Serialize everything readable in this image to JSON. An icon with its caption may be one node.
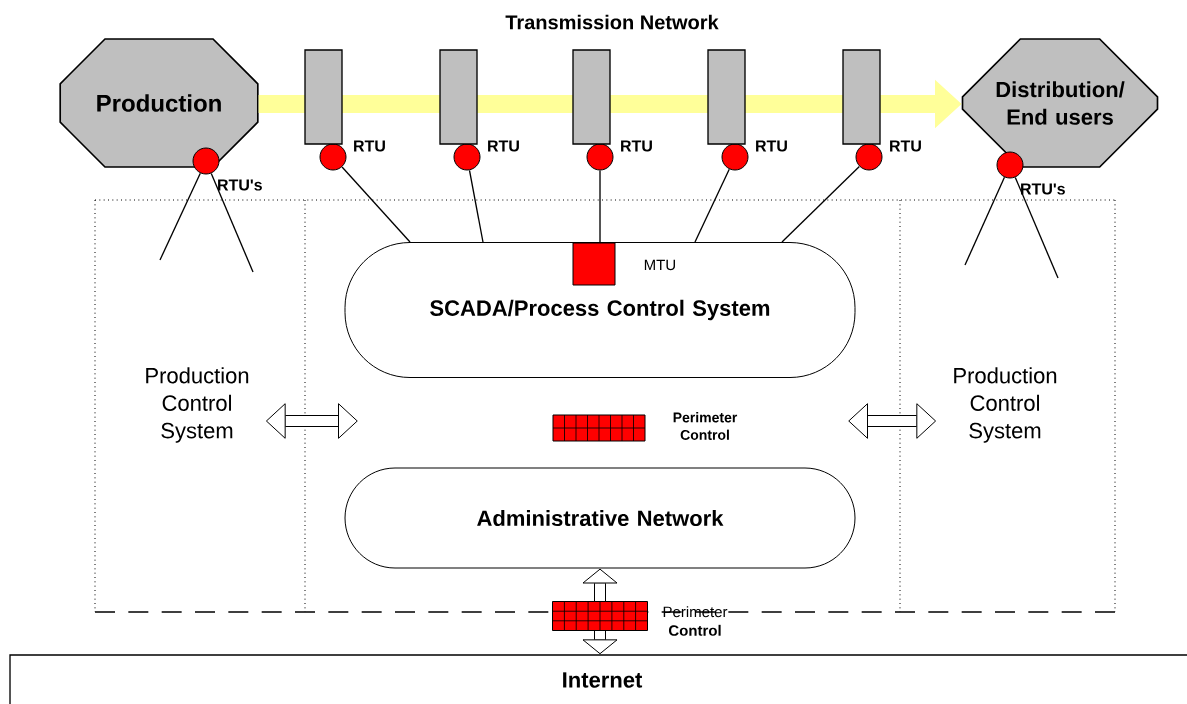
{
  "diagram": {
    "title": "Transmission Network",
    "nodes": [
      {
        "text": [
          "Production"
        ]
      },
      {
        "text": [
          "Distribution/ End users"
        ]
      },
      {
        "text": [],
        "shape": "circle",
        "beside": [
          "RTU"
        ]
      },
      {
        "text": [],
        "shape": "circle",
        "beside": [
          "RTU"
        ]
      },
      {
        "text": [],
        "shape": "circle",
        "beside": [
          "RTU"
        ]
      },
      {
        "text": [],
        "shape": "circle",
        "beside": [
          "RTU"
        ]
      },
      {
        "text": [],
        "shape": "circle",
        "beside": [
          "RTU"
        ]
      },
      {
        "text": [],
        "shape": "circle",
        "beside": [
          "RTU's"
        ]
      },
      {
        "text": [],
        "shape": "circle",
        "beside": [
          "RTU's"
        ]
      },
      {
        "text": [
          "SCADA/Process Control System"
        ]
      },
      {
        "text": [],
        "shape": "box",
        "beside": [
          "MTU"
        ],
        "in": 9
      },
      {
        "text": [],
        "shape": "box",
        "beside": [
          "Perimeter Control"
        ]
      },
      {
        "text": [
          "Administrative Network"
        ]
      },
      {
        "text": [],
        "shape": "box",
        "beside": [
          "Perimeter **Control**"
        ]
      },
      {
        "text": [
          "Internet"
        ]
      },
      {
        "text": [
          "Production Control System"
        ]
      },
      {
        "text": [
          "Production Control System"
        ]
      }
    ],
    "edges": [
      {
        "from": 0,
        "to": 1,
        "arrow": "to",
        "style": "thick",
        "color": "#ffff99"
      },
      {
        "from": 2,
        "to": 9,
        "arrow": "none"
      },
      {
        "from": 3,
        "to": 9,
        "arrow": "none"
      },
      {
        "from": 4,
        "to": 9,
        "arrow": "none"
      },
      {
        "from": 5,
        "to": 9,
        "arrow": "none"
      },
      {
        "from": 6,
        "to": 9,
        "arrow": "none"
      },
      {
        "from": 7,
        "to": null,
        "arrow": "none"
      },
      {
        "from": 7,
        "to": null,
        "arrow": "none"
      },
      {
        "from": 8,
        "to": null,
        "arrow": "none"
      },
      {
        "from": 8,
        "to": null,
        "arrow": "none"
      },
      {
        "from": 15,
        "to": null,
        "arrow": "both",
        "style": "thick"
      },
      {
        "from": null,
        "to": 16,
        "arrow": "both",
        "style": "thick"
      },
      {
        "from": 13,
        "to": 12,
        "arrow": "to",
        "style": "thick"
      },
      {
        "from": 13,
        "to": 14,
        "arrow": "to",
        "style": "thick"
      }
    ]
  }
}
